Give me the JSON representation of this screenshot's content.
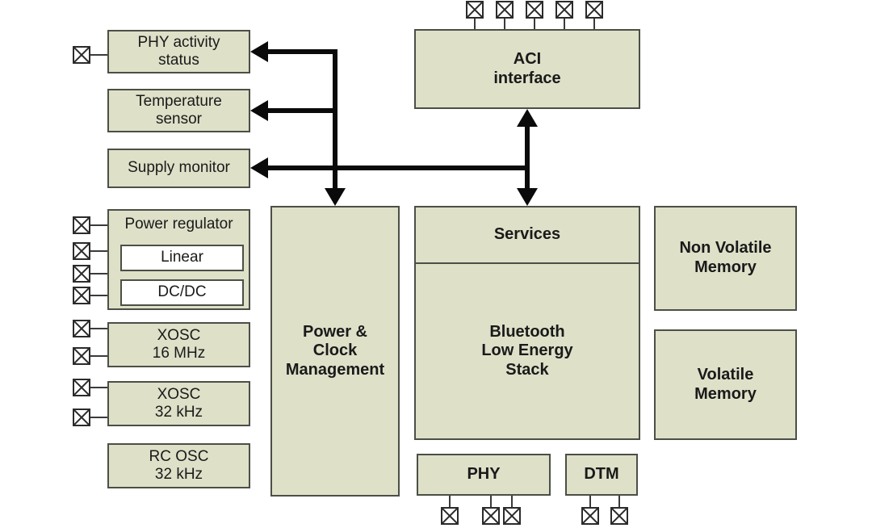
{
  "diagram": {
    "title": "Bluetooth Low Energy SoC block diagram",
    "colors": {
      "block_fill": "#dee0c8",
      "block_border": "#4c4f46",
      "inner_fill": "#ffffff",
      "bus": "#0a0a0a",
      "lead": "#3a3a3a",
      "background": "#ffffff",
      "text": "#1a1a1a"
    },
    "blocks": {
      "phy_activity_status": "PHY activity\nstatus",
      "phy_activity_status_line1": "PHY activity",
      "phy_activity_status_line2": "status",
      "temperature_sensor_line1": "Temperature",
      "temperature_sensor_line2": "sensor",
      "supply_monitor": "Supply monitor",
      "power_regulator": "Power regulator",
      "power_regulator_linear": "Linear",
      "power_regulator_dcdc": "DC/DC",
      "xosc_16_line1": "XOSC",
      "xosc_16_line2": "16 MHz",
      "xosc_32_line1": "XOSC",
      "xosc_32_line2": "32 kHz",
      "rc_osc_line1": "RC OSC",
      "rc_osc_line2": "32 kHz",
      "power_clock_line1": "Power &",
      "power_clock_line2": "Clock",
      "power_clock_line3": "Management",
      "aci_line1": "ACI",
      "aci_line2": "interface",
      "services": "Services",
      "ble_stack_line1": "Bluetooth",
      "ble_stack_line2": "Low Energy",
      "ble_stack_line3": "Stack",
      "phy": "PHY",
      "dtm": "DTM",
      "non_volatile_memory_line1": "Non Volatile",
      "non_volatile_memory_line2": "Memory",
      "volatile_memory_line1": "Volatile",
      "volatile_memory_line2": "Memory"
    },
    "pins": {
      "aci_top_count": 5,
      "power_regulator_count": 4,
      "xosc_16_count": 2,
      "xosc_32_count": 2,
      "phy_activity_count": 1,
      "phy_bottom_count": 3,
      "dtm_bottom_count": 2,
      "symbol": "crossed-square-pad"
    },
    "connections": [
      {
        "from": "Power & Clock Management bus",
        "to": "PHY activity status",
        "type": "arrow-left"
      },
      {
        "from": "Power & Clock Management bus",
        "to": "Temperature sensor",
        "type": "arrow-left"
      },
      {
        "from": "Power & Clock Management bus",
        "to": "Supply monitor",
        "type": "arrow-left"
      },
      {
        "from": "bus trunk",
        "to": "Power & Clock Management",
        "type": "arrow-down"
      },
      {
        "from": "ACI interface",
        "to": "Services",
        "type": "double-arrow-vertical"
      }
    ]
  }
}
